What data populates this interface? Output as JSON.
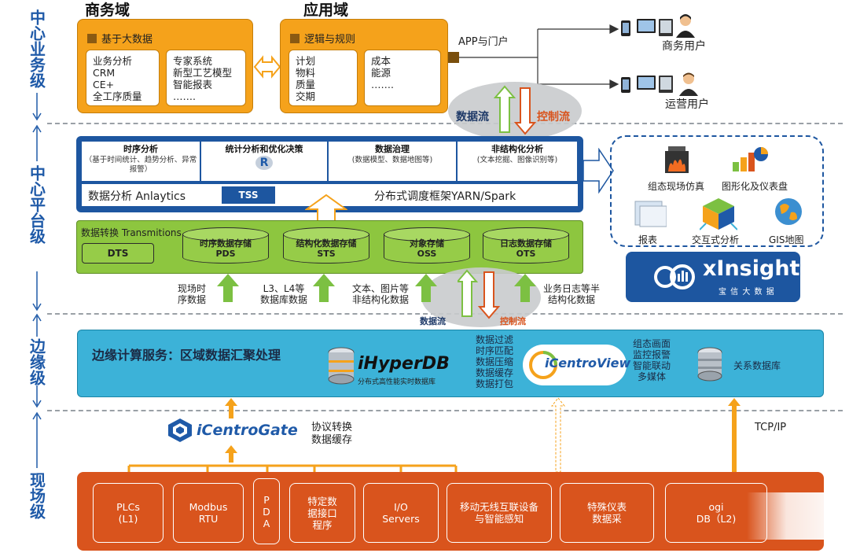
{
  "levels": {
    "center_business": "中心业务级",
    "center_platform": "中心平台级",
    "edge": "边缘级",
    "field": "现场级"
  },
  "domains": {
    "business": "商务域",
    "application": "应用域"
  },
  "business_box": {
    "title": "基于大数据",
    "col1": [
      "业务分析",
      "CRM",
      "CE+",
      "全工序质量"
    ],
    "col2": [
      "专家系统",
      "新型工艺模型",
      "智能报表",
      "……."
    ]
  },
  "application_box": {
    "title": "逻辑与规则",
    "col1": [
      "计划",
      "物料",
      "质量",
      "交期"
    ],
    "col2": [
      "成本",
      "能源",
      "……."
    ]
  },
  "portal": {
    "label": "APP与门户",
    "users": [
      "商务用户",
      "运营用户"
    ]
  },
  "flow_top": {
    "data": "数据流",
    "control": "控制流"
  },
  "analytics": {
    "cells": [
      {
        "title": "时序分析",
        "sub": "（基于时间统计、趋势分析、异常报警）"
      },
      {
        "title": "统计分析和优化决策",
        "sub": "R"
      },
      {
        "title": "数据治理",
        "sub": "(数据模型、数据地图等)"
      },
      {
        "title": "非结构化分析",
        "sub": "(文本挖掘、图像识别等)"
      }
    ],
    "label": "数据分析 Anlaytics",
    "tss": "TSS",
    "framework": "分布式调度框架YARN/Spark"
  },
  "apps": {
    "items": [
      "组态现场仿真",
      "图形化及仪表盘",
      "报表",
      "交互式分析",
      "GIS地图"
    ]
  },
  "xinsight": {
    "name": "xInsight",
    "sub": "宝 信 大 数 据"
  },
  "transform": {
    "label": "数据转换 Transmitions",
    "dts": "DTS",
    "stores": [
      {
        "name": "时序数据存储",
        "code": "PDS"
      },
      {
        "name": "结构化数据存储",
        "code": "STS"
      },
      {
        "name": "对象存储",
        "code": "OSS"
      },
      {
        "name": "日志数据存储",
        "code": "OTS"
      }
    ]
  },
  "inputs": [
    [
      "现场时",
      "序数据"
    ],
    [
      "L3、L4等",
      "数据库数据"
    ],
    [
      "文本、图片等",
      "非结构化数据"
    ],
    [
      "业务日志等半",
      "结构化数据"
    ]
  ],
  "flow_mid": {
    "data": "数据流",
    "control": "控制流"
  },
  "edge": {
    "title": "边缘计算服务：区域数据汇聚处理",
    "hyperdb": {
      "name": "iHyperDB",
      "sub": "分布式高性能实时数据库"
    },
    "functions": [
      "数据过滤",
      "时序匹配",
      "数据压缩",
      "数据缓存",
      "数据打包"
    ],
    "centroview": "iCentroView",
    "view_functions": [
      "组态画面",
      "监控报警",
      "智能联动",
      "多媒体"
    ],
    "rdb": "关系数据库"
  },
  "gateway": {
    "name": "iCentroGate",
    "functions": [
      "协议转换",
      "数据缓存"
    ]
  },
  "tcp": "TCP/IP",
  "field": {
    "items": [
      [
        "PLCs",
        "(L1)"
      ],
      [
        "Modbus",
        "RTU"
      ],
      [
        "P",
        "D",
        "A"
      ],
      [
        "特定数",
        "据接口",
        "程序"
      ],
      [
        "I/O",
        "Servers"
      ],
      [
        "移动无线互联设备",
        "与智能感知"
      ],
      [
        "特殊仪表",
        "数据采"
      ],
      [
        "ogi",
        "DB（L2)"
      ]
    ]
  }
}
